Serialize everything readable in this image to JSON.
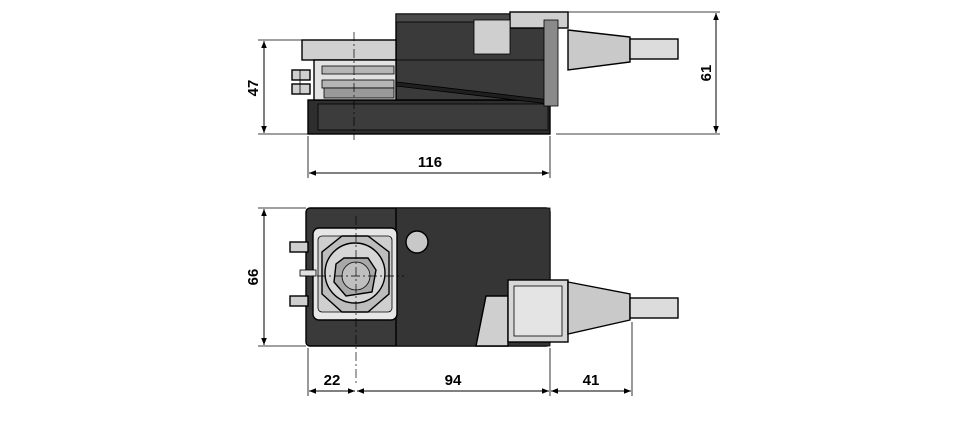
{
  "dimensions": {
    "side_height": "47",
    "total_height": "61",
    "length": "116",
    "top_height": "66",
    "shaft_offset": "22",
    "body_to_cable": "94",
    "cable_length": "41"
  },
  "colors": {
    "body_dark": "#3a3a3a",
    "body_mid": "#7a7a7a",
    "body_light": "#b9b9b9",
    "body_lighter": "#d8d8d8",
    "line": "#000000"
  }
}
